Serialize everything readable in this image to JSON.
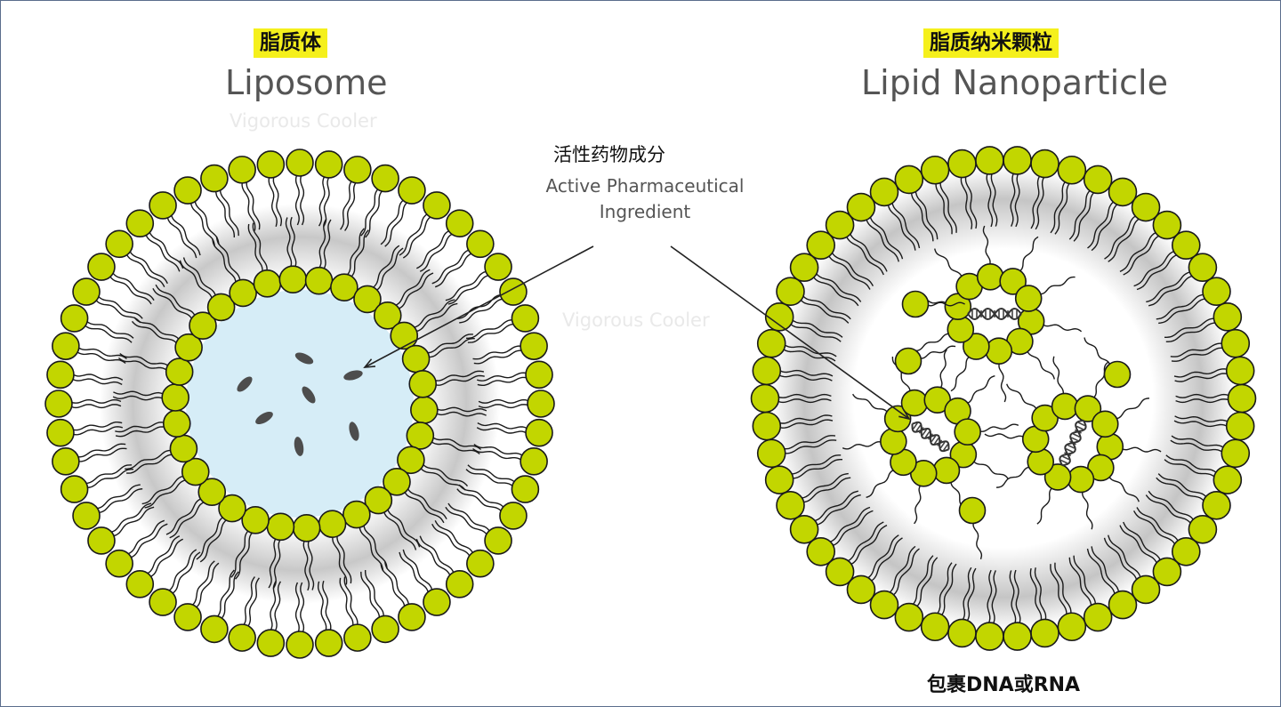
{
  "liposome": {
    "cn_label": "脂质体",
    "en_label": "Liposome",
    "watermark": "Vigorous Cooler"
  },
  "lnp": {
    "cn_label": "脂质纳米颗粒",
    "en_label": "Lipid Nanoparticle",
    "bottom_label": "包裹DNA或RNA"
  },
  "api": {
    "cn_label": "活性药物成分",
    "en_line1": "Active Pharmaceutical",
    "en_line2": "Ingredient"
  },
  "center_watermark": "Vigorous Cooler",
  "colors": {
    "lipid_head": "#c2d600",
    "lipid_outline": "#1a1a1a",
    "core_fill": "#d6edf7",
    "label_highlight": "#f5f01c",
    "drug_particle": "#4d4d4d"
  },
  "icons": [
    "lipid-head-icon",
    "dna-helix-icon",
    "drug-particle-icon"
  ]
}
